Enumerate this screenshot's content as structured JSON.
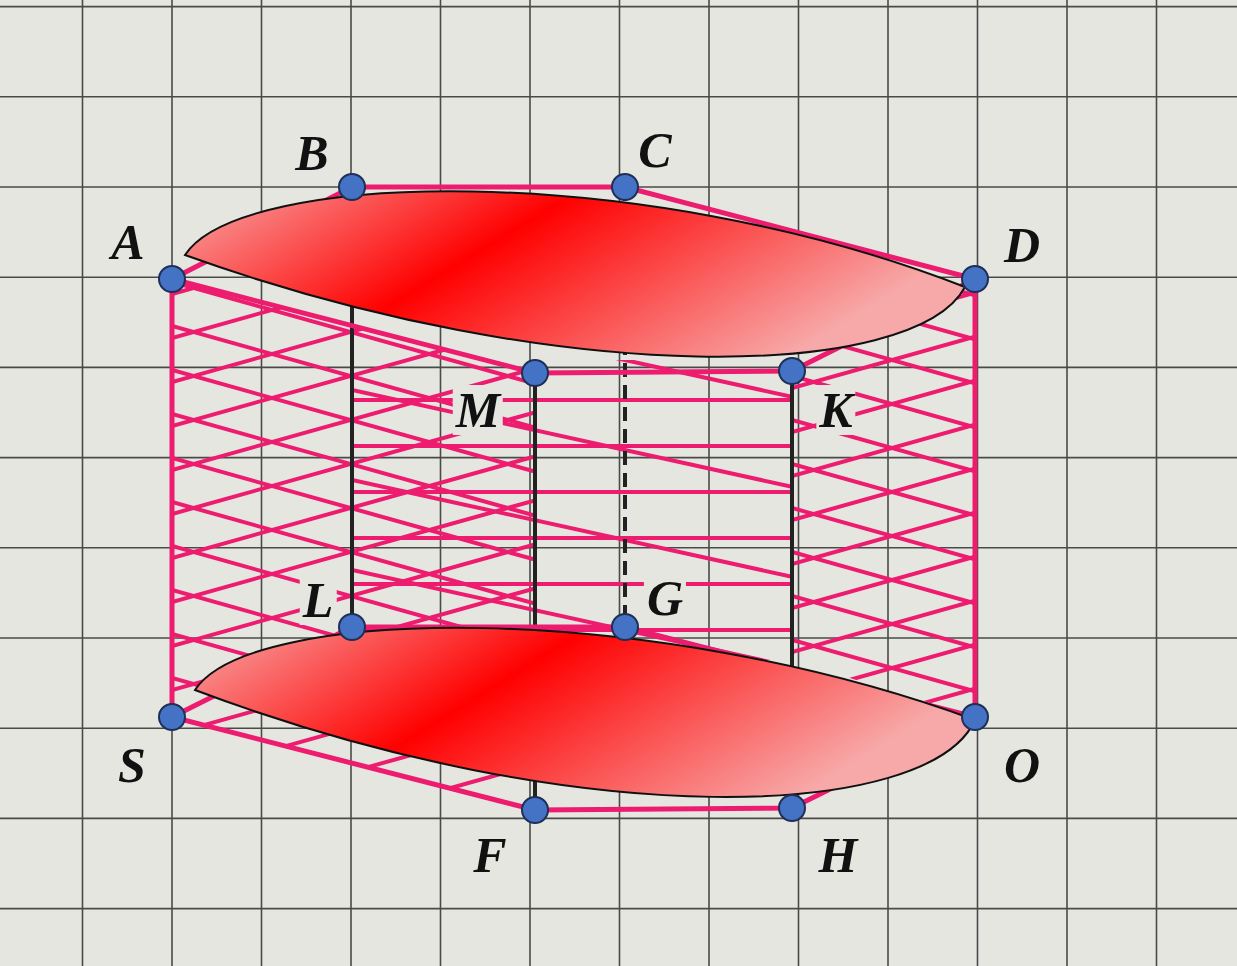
{
  "diagram": {
    "labels": [
      "B",
      "C",
      "A",
      "D",
      "M",
      "K",
      "L",
      "G",
      "S",
      "O",
      "F",
      "H"
    ]
  }
}
